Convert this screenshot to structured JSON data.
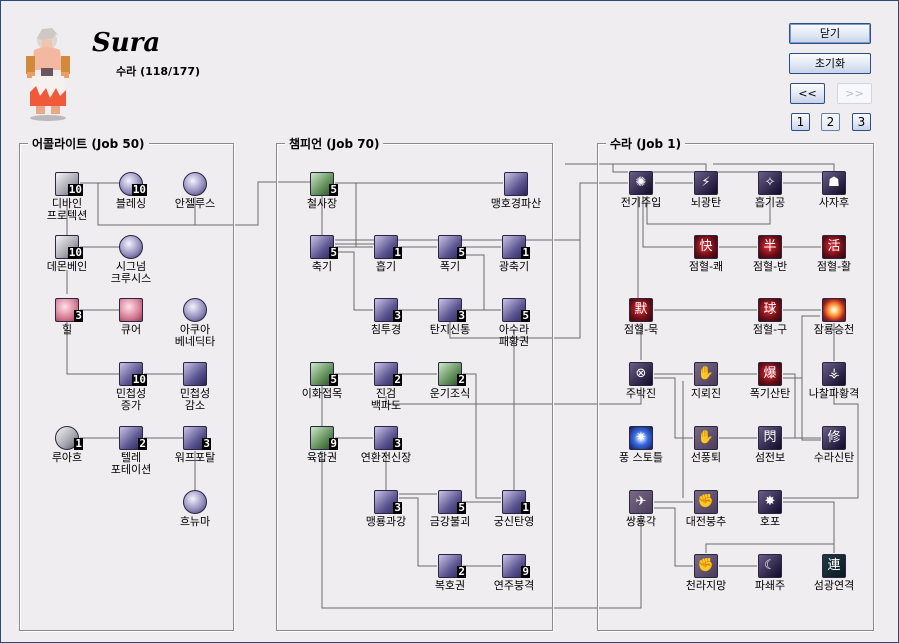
{
  "window": {
    "title": "Sura",
    "subtitle": "수라 (118/177)"
  },
  "buttons": {
    "close": "닫기",
    "reset": "초기화",
    "prev": "<<",
    "next": ">>",
    "pages": [
      "1",
      "2",
      "3"
    ],
    "active_page": "2"
  },
  "panels": [
    {
      "title": "어콜라이트 (Job 50)",
      "skills": [
        {
          "name": "디바인\n프로텍션",
          "level": "10",
          "icon": "divine-shield-icon",
          "style": "c-grey"
        },
        {
          "name": "블레싱",
          "level": "10",
          "icon": "blessing-icon",
          "style": "c-lav"
        },
        {
          "name": "안젤루스",
          "level": "",
          "icon": "angelus-icon",
          "style": "c-lav"
        },
        {
          "name": "데몬베인",
          "level": "10",
          "icon": "demon-bane-icon",
          "style": "c-grey"
        },
        {
          "name": "시그넘\n크루시스",
          "level": "",
          "icon": "signum-crucis-icon",
          "style": "c-lav"
        },
        {
          "name": "힐",
          "level": "3",
          "icon": "heal-heart-icon",
          "style": "c-pink"
        },
        {
          "name": "큐어",
          "level": "",
          "icon": "cure-heart-icon",
          "style": "c-pink"
        },
        {
          "name": "아쿠아\n베네딕타",
          "level": "",
          "icon": "aqua-benedicta-icon",
          "style": "c-lav"
        },
        {
          "name": "민첩성\n증가",
          "level": "10",
          "icon": "increase-agi-icon",
          "style": "c-purple"
        },
        {
          "name": "민첩성\n감소",
          "level": "",
          "icon": "decrease-agi-icon",
          "style": "c-purple"
        },
        {
          "name": "루아흐",
          "level": "1",
          "icon": "ruwach-icon",
          "style": "c-grey"
        },
        {
          "name": "텔레\n포테이션",
          "level": "2",
          "icon": "teleport-icon",
          "style": "c-purple"
        },
        {
          "name": "워프포탈",
          "level": "3",
          "icon": "warp-portal-icon",
          "style": "c-purple"
        },
        {
          "name": "흐뉴마",
          "level": "",
          "icon": "pneuma-icon",
          "style": "c-lav"
        }
      ]
    },
    {
      "title": "챔피언 (Job 70)",
      "skills": [
        {
          "name": "철사장",
          "level": "5",
          "icon": "iron-hand-icon",
          "style": "c-green"
        },
        {
          "name": "맹호경파산",
          "level": "",
          "icon": "tiger-fist-icon",
          "style": "c-purple"
        },
        {
          "name": "축기",
          "level": "5",
          "icon": "call-spirits-icon",
          "style": "c-purple"
        },
        {
          "name": "흡기",
          "level": "1",
          "icon": "absorb-spirits-icon",
          "style": "c-purple"
        },
        {
          "name": "폭기",
          "level": "5",
          "icon": "fury-icon",
          "style": "c-purple"
        },
        {
          "name": "광축기",
          "level": "1",
          "icon": "zen-icon",
          "style": "c-purple"
        },
        {
          "name": "침투경",
          "level": "3",
          "icon": "occult-impaction-icon",
          "style": "c-purple"
        },
        {
          "name": "탄지신통",
          "level": "3",
          "icon": "throw-spirit-sphere-icon",
          "style": "c-purple"
        },
        {
          "name": "아수라\n패황권",
          "level": "5",
          "icon": "asura-strike-icon",
          "style": "c-purple"
        },
        {
          "name": "이화접목",
          "level": "5",
          "icon": "flee-icon",
          "style": "c-green"
        },
        {
          "name": "진검\n백파도",
          "level": "2",
          "icon": "blade-stop-icon",
          "style": "c-purple"
        },
        {
          "name": "운기조식",
          "level": "2",
          "icon": "spirits-recovery-icon",
          "style": "c-green"
        },
        {
          "name": "육합권",
          "level": "9",
          "icon": "triple-attack-icon",
          "style": "c-green"
        },
        {
          "name": "연환전신장",
          "level": "3",
          "icon": "chain-combo-icon",
          "style": "c-purple"
        },
        {
          "name": "맹룡과강",
          "level": "3",
          "icon": "combo-finish-icon",
          "style": "c-purple"
        },
        {
          "name": "금강불괴",
          "level": "5",
          "icon": "steel-body-icon",
          "style": "c-purple"
        },
        {
          "name": "궁신탄영",
          "level": "1",
          "icon": "snap-icon",
          "style": "c-purple"
        },
        {
          "name": "복호권",
          "level": "2",
          "icon": "tiger-knuckle-icon",
          "style": "c-purple"
        },
        {
          "name": "연주붕격",
          "level": "9",
          "icon": "chain-crush-icon",
          "style": "c-purple"
        }
      ]
    },
    {
      "title": "수라 (Job 1)",
      "skills": [
        {
          "name": "전기주입",
          "level": "",
          "icon": "power-velocity-icon",
          "style": "c-dark",
          "glyph": "✺"
        },
        {
          "name": "뇌광탄",
          "level": "",
          "icon": "lightning-ride-icon",
          "style": "c-dark",
          "glyph": "⚡"
        },
        {
          "name": "흡기공",
          "level": "",
          "icon": "gentle-touch-energy-icon",
          "style": "c-dark",
          "glyph": "✧"
        },
        {
          "name": "사자후",
          "level": "",
          "icon": "lions-roar-icon",
          "style": "c-dark",
          "glyph": "☗"
        },
        {
          "name": "점혈-쾌",
          "level": "",
          "icon": "gentle-touch-quiet-icon",
          "style": "c-red",
          "glyph": "快"
        },
        {
          "name": "점혈-반",
          "level": "",
          "icon": "gentle-touch-change-icon",
          "style": "c-red",
          "glyph": "半"
        },
        {
          "name": "점혈-활",
          "level": "",
          "icon": "gentle-touch-revitalize-icon",
          "style": "c-red",
          "glyph": "活"
        },
        {
          "name": "점혈-묵",
          "level": "",
          "icon": "gentle-touch-silence-icon",
          "style": "c-red",
          "glyph": "默"
        },
        {
          "name": "점혈-구",
          "level": "",
          "icon": "gentle-touch-cure-icon",
          "style": "c-red",
          "glyph": "球"
        },
        {
          "name": "잠룡승천",
          "level": "",
          "icon": "rising-dragon-icon",
          "style": "c-orange",
          "glyph": ""
        },
        {
          "name": "주박진",
          "level": "",
          "icon": "cursed-circle-icon",
          "style": "c-dark",
          "glyph": "⊗"
        },
        {
          "name": "지뢰진",
          "level": "",
          "icon": "earth-shaker-icon",
          "style": "c-flesh",
          "glyph": "✋"
        },
        {
          "name": "폭기산탄",
          "level": "",
          "icon": "explosion-spirits-icon",
          "style": "c-red",
          "glyph": "爆"
        },
        {
          "name": "나찰파황격",
          "level": "",
          "icon": "rampage-blaster-icon",
          "style": "c-dark",
          "glyph": "⚶"
        },
        {
          "name": "풍 스토틀",
          "level": "",
          "icon": "sky-net-blow-icon",
          "style": "c-blue",
          "glyph": "✷"
        },
        {
          "name": "선풍퇴",
          "level": "",
          "icon": "sky-kick-icon",
          "style": "c-flesh",
          "glyph": "✋"
        },
        {
          "name": "섬전보",
          "level": "",
          "icon": "flash-step-icon",
          "style": "c-dark",
          "glyph": "閃"
        },
        {
          "name": "수라신탄",
          "level": "",
          "icon": "knuckle-arrow-icon",
          "style": "c-dark",
          "glyph": "修"
        },
        {
          "name": "쌍룡각",
          "level": "",
          "icon": "dragon-combo-icon",
          "style": "c-flesh",
          "glyph": "✈"
        },
        {
          "name": "대전붕추",
          "level": "",
          "icon": "tiger-cannon-icon",
          "style": "c-flesh",
          "glyph": "✊"
        },
        {
          "name": "호포",
          "level": "",
          "icon": "tiger-cannon-burst-icon",
          "style": "c-dark",
          "glyph": "✸"
        },
        {
          "name": "천라지망",
          "level": "",
          "icon": "fallen-empire-icon",
          "style": "c-flesh",
          "glyph": "✊"
        },
        {
          "name": "파쇄주",
          "level": "",
          "icon": "crescent-moon-icon",
          "style": "c-dark",
          "glyph": "☾"
        },
        {
          "name": "섬광연격",
          "level": "",
          "icon": "flash-combo-icon",
          "style": "c-teal",
          "glyph": "連"
        }
      ]
    }
  ]
}
